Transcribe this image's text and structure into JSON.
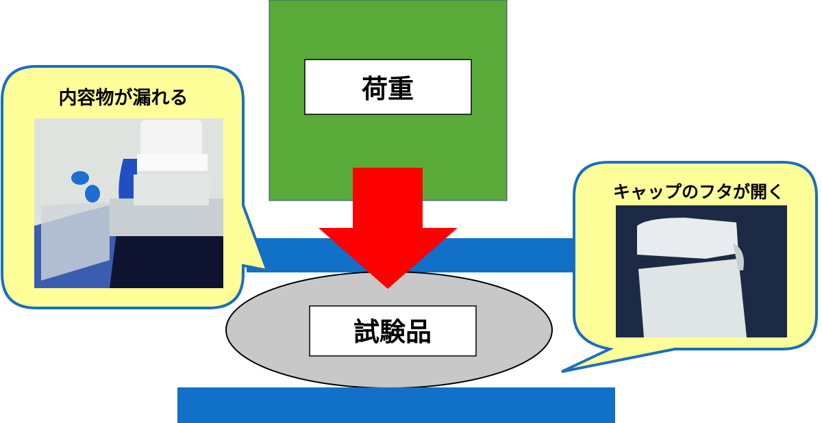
{
  "load_label": "荷重",
  "specimen_label": "試験品",
  "callout_left": {
    "title": "内容物が漏れる",
    "photo": "leaking-pouch-spout-photo"
  },
  "callout_right": {
    "title": "キャップのフタが開く",
    "photo": "opened-flip-cap-photo"
  },
  "colors": {
    "load_block": "#5aaa3a",
    "arrow": "#ff0000",
    "plate": "#1170c8",
    "specimen": "#c8c8c8",
    "callout_fill": "#ffff99",
    "callout_border": "#1a6ec0"
  }
}
